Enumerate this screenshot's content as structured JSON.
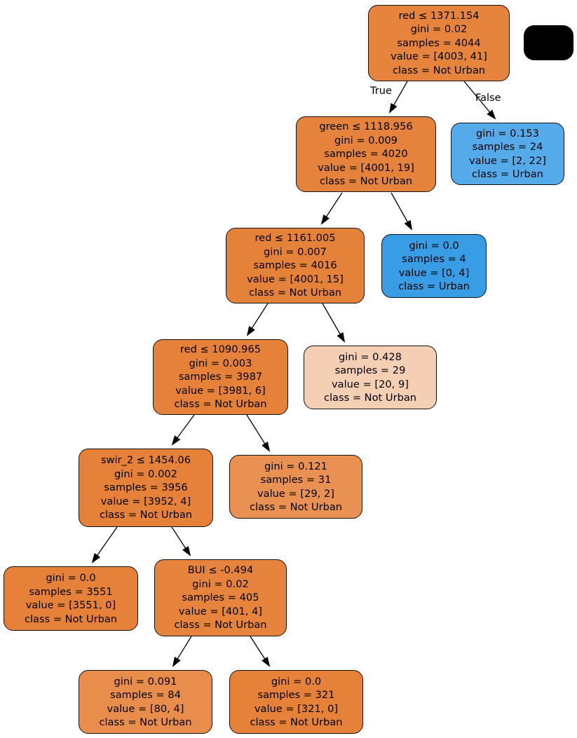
{
  "diagram": {
    "type": "decision-tree",
    "class_names": [
      "Not Urban",
      "Urban"
    ],
    "palette": {
      "not_urban_strong": "#e58139",
      "urban_strong": "#399de5",
      "node_border": "#121212",
      "edge_color": "#000000",
      "background": "#ffffff"
    },
    "edge_labels": {
      "true_label": "True",
      "false_label": "False"
    },
    "nodes": {
      "root": {
        "text": "red ≤ 1371.154\ngini = 0.02\nsamples = 4044\nvalue = [4003, 41]\nclass = Not Urban",
        "fill": "#e6843d"
      },
      "black_node": {
        "text": "",
        "fill": "#000000"
      },
      "green_split": {
        "text": "green ≤ 1118.956\ngini = 0.009\nsamples = 4020\nvalue = [4001, 19]\nclass = Not Urban",
        "fill": "#e5823b"
      },
      "urban_leaf_24": {
        "text": "gini = 0.153\nsamples = 24\nvalue = [2, 22]\nclass = Urban",
        "fill": "#55abe9"
      },
      "red_split_1161": {
        "text": "red ≤ 1161.005\ngini = 0.007\nsamples = 4016\nvalue = [4001, 15]\nclass = Not Urban",
        "fill": "#e5823a"
      },
      "urban_leaf_4": {
        "text": "gini = 0.0\nsamples = 4\nvalue = [0, 4]\nclass = Urban",
        "fill": "#399de5"
      },
      "red_split_1090": {
        "text": "red ≤ 1090.965\ngini = 0.003\nsamples = 3987\nvalue = [3981, 6]\nclass = Not Urban",
        "fill": "#e58139"
      },
      "not_urban_leaf_29": {
        "text": "gini = 0.428\nsamples = 29\nvalue = [20, 9]\nclass = Not Urban",
        "fill": "#f5cfb4"
      },
      "swir2_split": {
        "text": "swir_2 ≤ 1454.06\ngini = 0.002\nsamples = 3956\nvalue = [3952, 4]\nclass = Not Urban",
        "fill": "#e58139"
      },
      "not_urban_leaf_31": {
        "text": "gini = 0.121\nsamples = 31\nvalue = [29, 2]\nclass = Not Urban",
        "fill": "#e99152"
      },
      "not_urban_leaf_3551": {
        "text": "gini = 0.0\nsamples = 3551\nvalue = [3551, 0]\nclass = Not Urban",
        "fill": "#e58139"
      },
      "bui_split": {
        "text": "BUI ≤ -0.494\ngini = 0.02\nsamples = 405\nvalue = [401, 4]\nclass = Not Urban",
        "fill": "#e6843d"
      },
      "not_urban_leaf_84": {
        "text": "gini = 0.091\nsamples = 84\nvalue = [80, 4]\nclass = Not Urban",
        "fill": "#e88d4c"
      },
      "not_urban_leaf_321": {
        "text": "gini = 0.0\nsamples = 321\nvalue = [321, 0]\nclass = Not Urban",
        "fill": "#e58139"
      }
    }
  }
}
